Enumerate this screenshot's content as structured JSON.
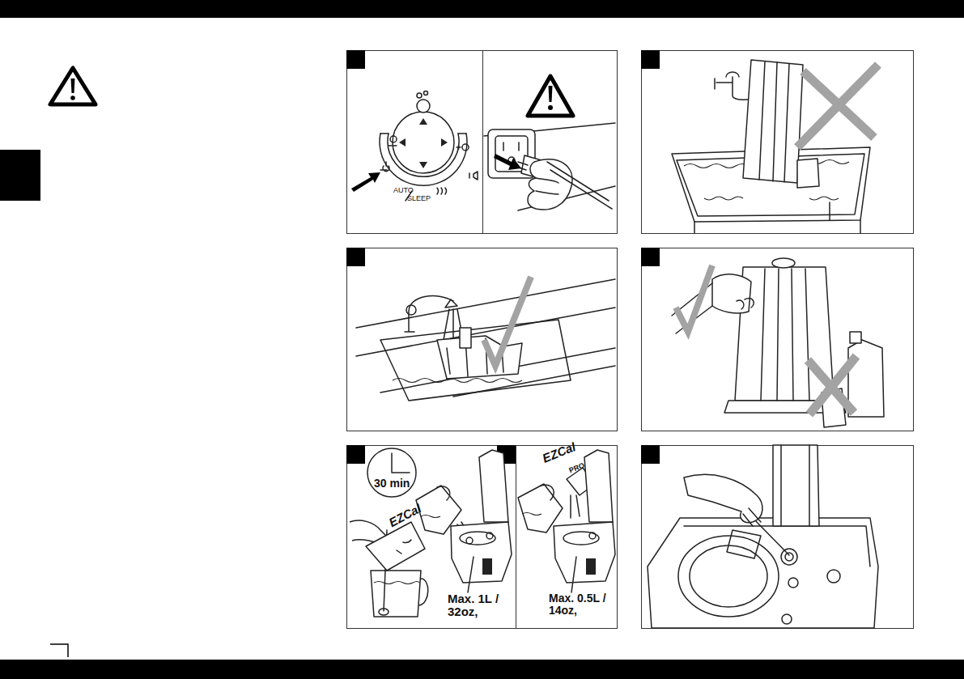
{
  "diagram": {
    "labels": [
      "AUTO",
      "SLEEP",
      "30 min",
      "EZCal",
      "Max. 1L / 32oz,",
      "EZCal",
      "PRO",
      "Max. 0.5L / 14oz,"
    ]
  }
}
